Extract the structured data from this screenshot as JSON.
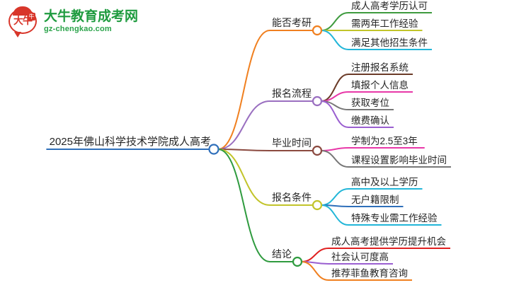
{
  "logo": {
    "mark_text": "大牛",
    "mark_badge": "牛",
    "title": "大牛教育成考网",
    "domain": "gz-chengkao.com",
    "title_color": "#1f9b3f",
    "mark_color": "#d8362a"
  },
  "mindmap": {
    "root": {
      "label": "2025年佛山科学技术学院成人高考",
      "color": "#2f6fba"
    },
    "branches": [
      {
        "label": "能否考研",
        "color": "#f08020",
        "children": [
          {
            "label": "成人高考学历认可",
            "color": "#3e9b3e"
          },
          {
            "label": "需两年工作经验",
            "color": "#c2c42a"
          },
          {
            "label": "满足其他招生条件",
            "color": "#22b6d8"
          }
        ]
      },
      {
        "label": "报名流程",
        "color": "#9a6fc0",
        "children": [
          {
            "label": "注册报名系统",
            "color": "#6b3b28"
          },
          {
            "label": "填报个人信息",
            "color": "#e838a8"
          },
          {
            "label": "获取考位",
            "color": "#777777"
          },
          {
            "label": "缴费确认",
            "color": "#9a5fd0"
          }
        ]
      },
      {
        "label": "毕业时间",
        "color": "#8b4a40",
        "children": [
          {
            "label": "学制为2.5至3年",
            "color": "#e838a8"
          },
          {
            "label": "课程设置影响毕业时间",
            "color": "#777777"
          }
        ]
      },
      {
        "label": "报名条件",
        "color": "#c2c42a",
        "children": [
          {
            "label": "高中及以上学历",
            "color": "#22b6d8"
          },
          {
            "label": "无户籍限制",
            "color": "#2f6fba"
          },
          {
            "label": "特殊专业需工作经验",
            "color": "#22b6d8"
          }
        ]
      },
      {
        "label": "结论",
        "color": "#2f9b3f",
        "children": [
          {
            "label": "成人高考提供学历提升机会",
            "color": "#e02020"
          },
          {
            "label": "社会认可度高",
            "color": "#9a5fd0"
          },
          {
            "label": "推荐菲鱼教育咨询",
            "color": "#f08020"
          }
        ]
      }
    ]
  }
}
